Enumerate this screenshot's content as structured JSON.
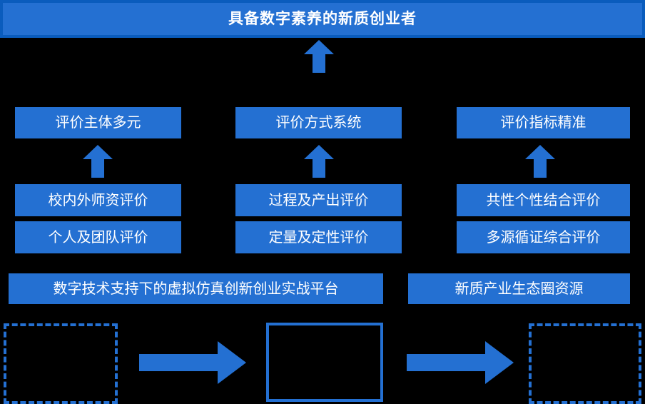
{
  "colors": {
    "background": "#000000",
    "accent_blue": "#2470d2",
    "accent_blue_dark": "#0a5cbd",
    "text_white": "#ffffff"
  },
  "title": {
    "text": "具备数字素养的新质创业者"
  },
  "columns": [
    {
      "header": "评价主体多元",
      "items": [
        "校内外师资评价",
        "个人及团队评价"
      ]
    },
    {
      "header": "评价方式系统",
      "items": [
        "过程及产出评价",
        "定量及定性评价"
      ]
    },
    {
      "header": "评价指标精准",
      "items": [
        "共性个性结合评价",
        "多源循证综合评价"
      ]
    }
  ],
  "platforms": [
    {
      "text": "数字技术支持下的虚拟仿真创新创业实战平台"
    },
    {
      "text": "新质产业生态圈资源"
    }
  ],
  "bottom_row": [
    {
      "style": "dashed",
      "label": ""
    },
    {
      "style": "arrow",
      "label": ""
    },
    {
      "style": "solid",
      "label": ""
    },
    {
      "style": "arrow",
      "label": ""
    },
    {
      "style": "dashed",
      "label": ""
    }
  ],
  "icons": {
    "arrow_up": "arrow-up-icon",
    "arrow_right": "arrow-right-icon"
  }
}
